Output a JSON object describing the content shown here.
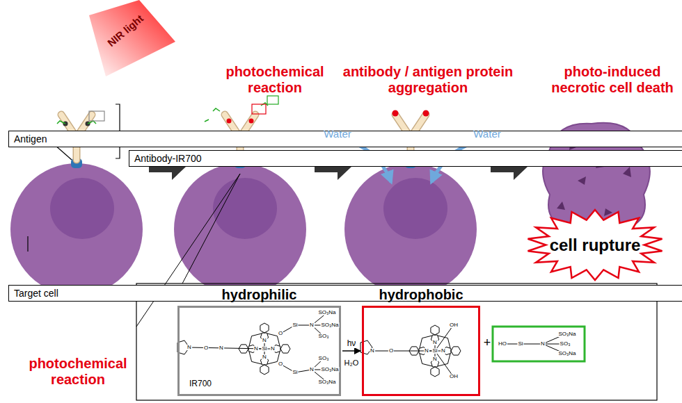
{
  "diagram": {
    "nodes": [
      {
        "text": [
          "Antigen"
        ]
      },
      {
        "text": [
          "Antibody-IR700"
        ]
      },
      {
        "text": [
          "Target cell"
        ]
      },
      {
        "text": [
          "cell rupture"
        ]
      },
      {
        "text": [
          "hydrophilic",
          "IR700"
        ]
      },
      {
        "text": [
          "hydrophobic"
        ]
      }
    ],
    "edges": [
      {
        "from": 4,
        "to": 5,
        "label": "hν",
        "arrow": "to"
      }
    ],
    "labels": [
      "NIR light",
      "photochemical reaction",
      "antibody / antigen protein aggregation",
      "photo-induced necrotic cell death",
      "Water",
      "Water",
      "photochemical reaction",
      "H₂O",
      "+",
      "Si",
      "N",
      "N",
      "N",
      "N",
      "O",
      "Si",
      "N",
      "SO₃Na",
      "SO₃Na",
      "SO₃",
      "O",
      "Si",
      "N",
      "SO₃",
      "SO₃Na",
      "SO₃Na",
      "N",
      "O",
      "N",
      "Si",
      "N",
      "N",
      "N",
      "N",
      "OH",
      "OH",
      "N",
      "O",
      "HO",
      "Si",
      "N",
      "SO₃Na",
      "SO₃",
      "SO₃Na"
    ]
  }
}
